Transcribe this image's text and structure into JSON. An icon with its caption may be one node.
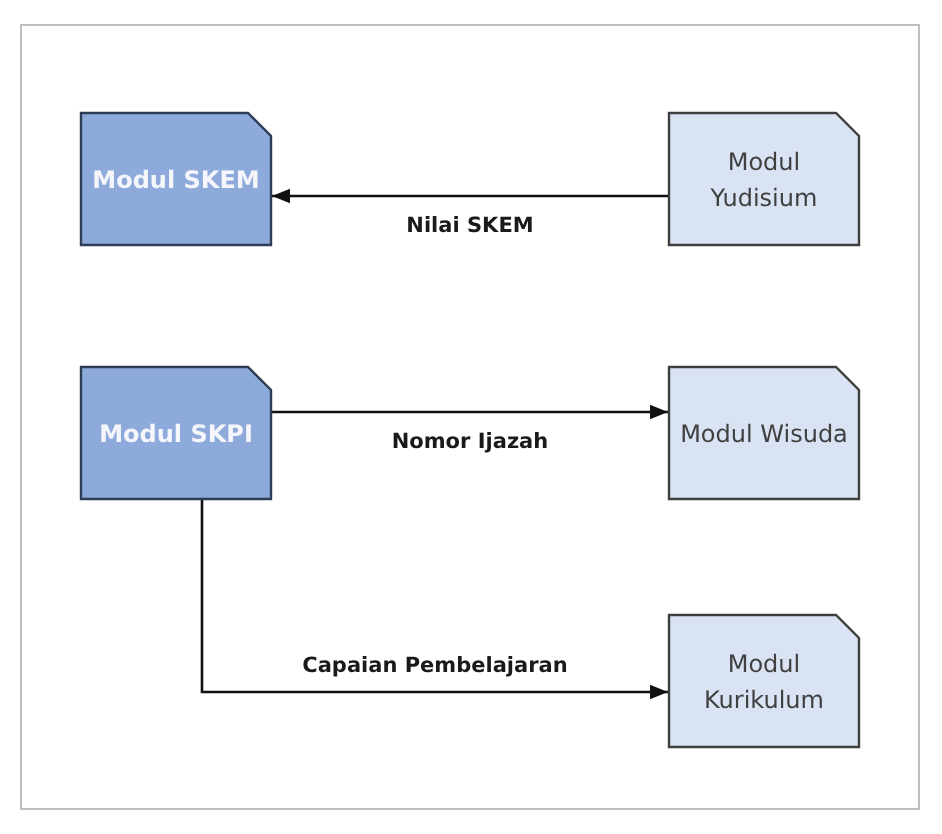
{
  "diagram": {
    "nodes": [
      {
        "text": [
          "Modul SKEM"
        ]
      },
      {
        "text": [
          "Modul Yudisium"
        ]
      },
      {
        "text": [
          "Modul SKPI"
        ]
      },
      {
        "text": [
          "Modul Wisuda"
        ]
      },
      {
        "text": [
          "Modul Kurikulum"
        ]
      }
    ],
    "edges": [
      {
        "from": 1,
        "to": 0,
        "arrow": "to",
        "label": "Nilai SKEM"
      },
      {
        "from": 2,
        "to": 3,
        "arrow": "to",
        "label": "Nomor Ijazah"
      },
      {
        "from": 2,
        "to": 4,
        "arrow": "to",
        "label": "Capaian Pembelajaran"
      }
    ]
  }
}
